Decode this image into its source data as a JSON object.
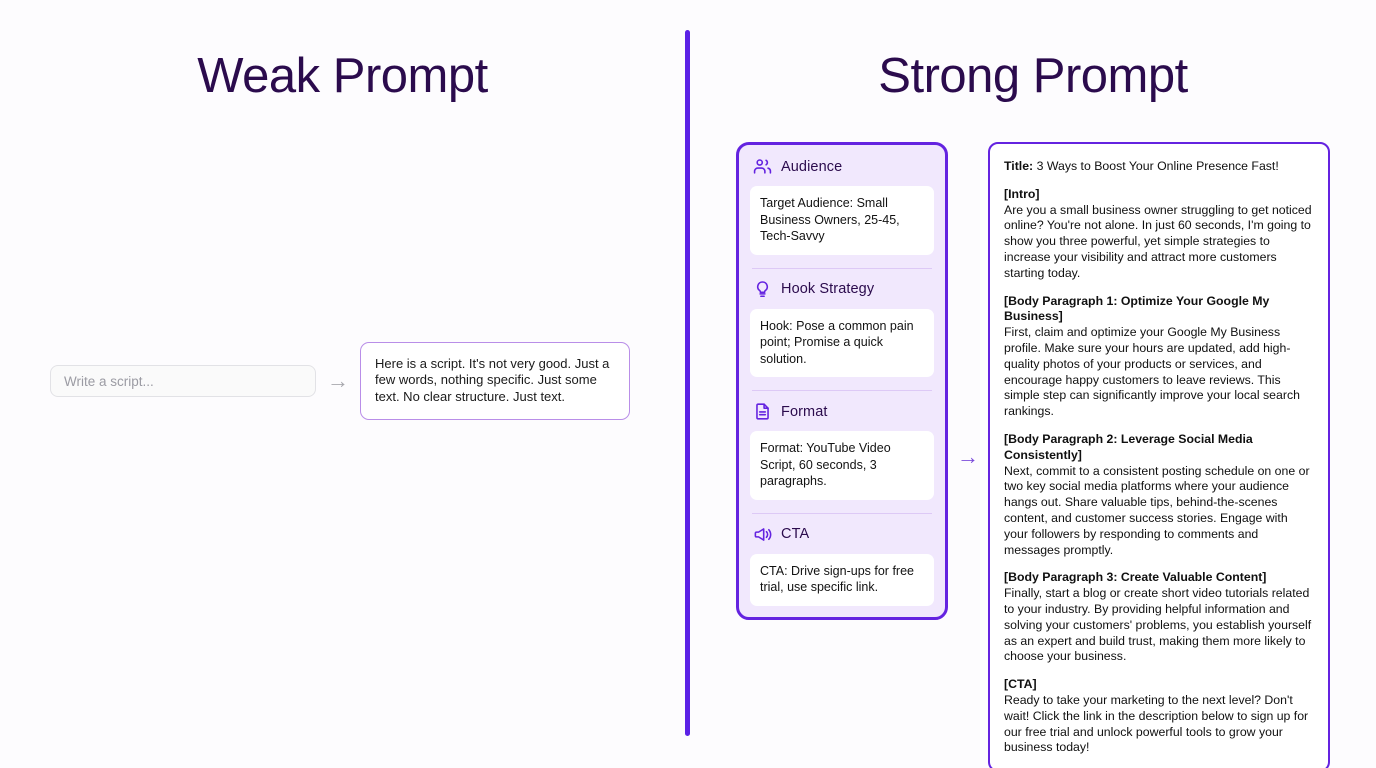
{
  "theme": {
    "page_background": "#fdfcfe",
    "accent_purple": "#6423e0",
    "divider_purple": "#5b21e6",
    "title_color": "#2b0b4d",
    "card_background": "#f1e8fd",
    "weak_border": "#b98ee8"
  },
  "left": {
    "title": "Weak Prompt",
    "input": {
      "placeholder": "Write a script...",
      "value": ""
    },
    "arrow": "→",
    "output": "Here is a script. It's not very good. Just a few words, nothing specific. Just some text. No clear structure. Just text."
  },
  "right": {
    "title": "Strong Prompt",
    "arrow": "→",
    "sections": [
      {
        "icon": "users-icon",
        "title": "Audience",
        "body": "Target Audience: Small Business Owners, 25-45, Tech-Savvy"
      },
      {
        "icon": "lightbulb-icon",
        "title": "Hook Strategy",
        "body": "Hook: Pose a common pain point; Promise a quick solution."
      },
      {
        "icon": "document-icon",
        "title": "Format",
        "body": "Format: YouTube Video Script, 60 seconds, 3 paragraphs."
      },
      {
        "icon": "megaphone-icon",
        "title": "CTA",
        "body": "CTA: Drive sign-ups for free trial, use specific link."
      }
    ],
    "script": {
      "title_label": "Title:",
      "title_text": " 3 Ways to Boost Your Online Presence Fast!",
      "intro_label": "[Intro]",
      "intro_text": "Are you a small business owner struggling to get noticed online? You're not alone. In just 60 seconds, I'm going to show you three powerful, yet simple strategies to increase your visibility and attract more customers starting today.",
      "body1_label": "[Body Paragraph 1: Optimize Your Google My Business]",
      "body1_text": "First, claim and optimize your Google My Business profile. Make sure your hours are updated, add high-quality photos of your products or services, and encourage happy customers to leave reviews. This simple step can significantly improve your local search rankings.",
      "body2_label": "[Body Paragraph 2: Leverage Social Media Consistently]",
      "body2_text": "Next, commit to a consistent posting schedule on one or two key social media platforms where your audience hangs out. Share valuable tips, behind-the-scenes content, and customer success stories. Engage with your followers by responding to comments and messages promptly.",
      "body3_label": "[Body Paragraph 3: Create Valuable Content]",
      "body3_text": "Finally, start a blog or create short video tutorials related to your industry. By providing helpful information and solving your customers' problems, you establish yourself as an expert and build trust, making them more likely to choose your business.",
      "cta_label": "[CTA]",
      "cta_text": "Ready to take your marketing to the next level? Don't wait! Click the link in the description below to sign up for our free trial and unlock powerful tools to grow your business today!"
    }
  }
}
